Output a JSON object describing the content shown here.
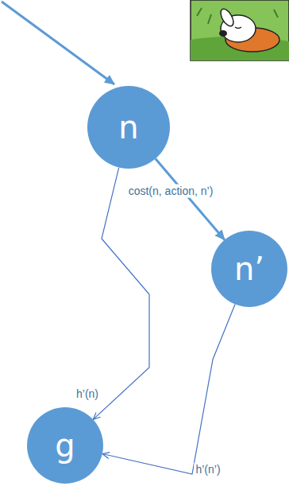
{
  "diagram": {
    "nodes": [
      {
        "text": [
          "n"
        ]
      },
      {
        "text": [
          "n’"
        ]
      },
      {
        "text": [
          "g"
        ]
      }
    ],
    "edges": [
      {
        "from": 0,
        "to": 1,
        "arrow": "to",
        "label": "cost(n, action, n’)"
      },
      {
        "from": 0,
        "to": 2,
        "arrow": "to",
        "label": "h’(n)"
      },
      {
        "from": 1,
        "to": 2,
        "arrow": "to",
        "label": "h’(n’)"
      }
    ]
  }
}
